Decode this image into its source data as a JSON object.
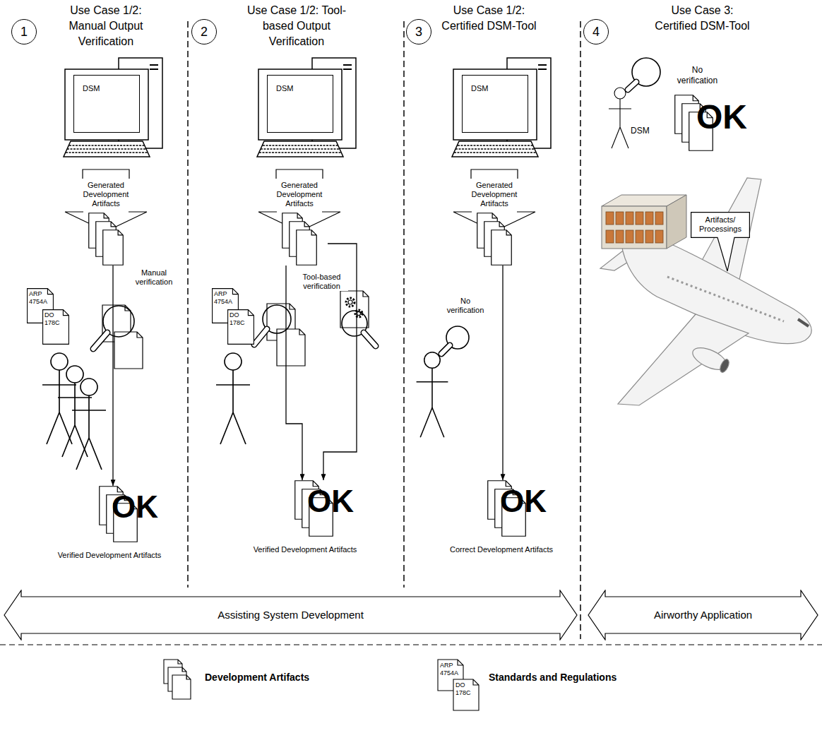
{
  "diagram": {
    "nodes": [
      {
        "text": [
          "1"
        ]
      },
      {
        "text": [
          "DSM"
        ]
      },
      {
        "text": [
          "Generated Development Artifacts"
        ]
      },
      {
        "text": [
          "ARP 4754A"
        ]
      },
      {
        "text": [
          "DO 178C"
        ]
      },
      {
        "text": [
          "OK",
          "Verified Development Artifacts"
        ]
      },
      {
        "text": [
          "2"
        ]
      },
      {
        "text": [
          "DSM"
        ]
      },
      {
        "text": [
          "Generated Development Artifacts"
        ]
      },
      {
        "text": [
          "ARP 4754A"
        ]
      },
      {
        "text": [
          "DO 178C"
        ]
      },
      {
        "text": [
          "OK",
          "Verified Development Artifacts"
        ]
      },
      {
        "text": [
          "3"
        ]
      },
      {
        "text": [
          "DSM"
        ]
      },
      {
        "text": [
          "Generated Development Artifacts"
        ]
      },
      {
        "text": [
          "OK",
          "Correct Development Artifacts"
        ]
      },
      {
        "text": [
          "4"
        ]
      },
      {
        "text": [
          "OK"
        ]
      },
      {
        "text": [
          "Artifacts/ Processings"
        ]
      },
      {
        "text": [
          "Assisting System Development"
        ]
      },
      {
        "text": [
          "Airworthy Application"
        ]
      }
    ],
    "edges": [
      {
        "from": 2,
        "to": 5,
        "arrow": "to",
        "label": "Manual verification"
      },
      {
        "from": 8,
        "to": 11,
        "arrow": "to"
      },
      {
        "from": 8,
        "to": 11,
        "arrow": "to",
        "label": "Tool-based verification"
      },
      {
        "from": 14,
        "to": 15,
        "arrow": "to",
        "label": "No verification"
      }
    ],
    "labels": [
      "Use Case 1/2: Manual Output Verification",
      "Use Case 1/2: Tool-based Output Verification",
      "Use Case 1/2: Certified DSM-Tool",
      "Use Case 3: Certified DSM-Tool",
      "No verification",
      "DSM",
      "ARP 4754A",
      "DO 178C"
    ],
    "legend": [
      {
        "text": "Development Artifacts"
      },
      {
        "text": "Standards and Regulations"
      }
    ]
  }
}
